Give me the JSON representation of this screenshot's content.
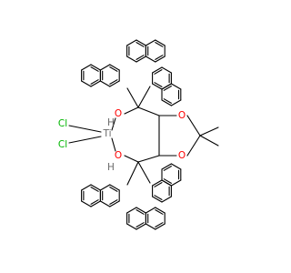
{
  "diagram": {
    "atoms": [
      {
        "id": "cl1",
        "symbol": "Cl",
        "color": "#00b600"
      },
      {
        "id": "cl2",
        "symbol": "Cl",
        "color": "#00b600"
      },
      {
        "id": "ti",
        "symbol": "Ti",
        "color": "#6b6b6b"
      },
      {
        "id": "o1",
        "symbol": "O",
        "color": "#ff0000"
      },
      {
        "id": "o2",
        "symbol": "O",
        "color": "#ff0000"
      },
      {
        "id": "o3",
        "symbol": "O",
        "color": "#ff0000"
      },
      {
        "id": "o4",
        "symbol": "O",
        "color": "#ff0000"
      },
      {
        "id": "h1",
        "symbol": "H",
        "color": "#6b6b6b"
      },
      {
        "id": "h2",
        "symbol": "H",
        "color": "#6b6b6b"
      }
    ],
    "bond_color": "#000000"
  }
}
